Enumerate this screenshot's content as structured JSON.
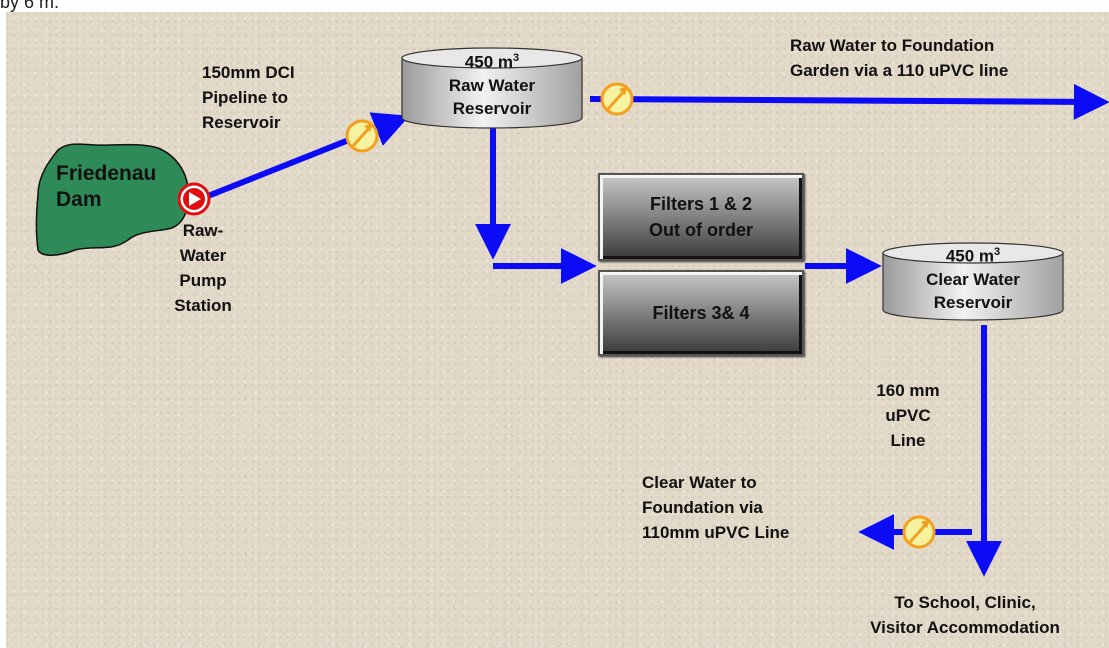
{
  "top_text": "by 6 m.",
  "dam": {
    "line1": "Friedenau",
    "line2": "Dam"
  },
  "pump_station": {
    "l1": "Raw-",
    "l2": "Water",
    "l3": "Pump",
    "l4": "Station"
  },
  "pipeline": {
    "l1": "150mm DCI",
    "l2": "Pipeline to",
    "l3": "Reservoir"
  },
  "raw_reservoir": {
    "volume": "450 m",
    "sup": "3",
    "name1": "Raw Water",
    "name2": "Reservoir"
  },
  "raw_to_garden": {
    "l1": "Raw Water to Foundation",
    "l2": "Garden via a 110 uPVC line"
  },
  "filters_12": {
    "l1": "Filters 1 & 2",
    "l2": "Out of order"
  },
  "filters_34": {
    "l1": "Filters 3& 4"
  },
  "clear_reservoir": {
    "volume": "450 m",
    "sup": "3",
    "name1": "Clear Water",
    "name2": "Reservoir"
  },
  "line_160": {
    "l1": "160 mm",
    "l2": "uPVC",
    "l3": "Line"
  },
  "clear_to_foundation": {
    "l1": "Clear Water to",
    "l2": "Foundation via",
    "l3": "110mm uPVC Line"
  },
  "to_school": {
    "l1": "To School, Clinic,",
    "l2": "Visitor Accommodation"
  },
  "colors": {
    "pipe": "#0b0bf5",
    "dam_fill": "#2e8b57",
    "pump": "#e01010",
    "meter": "#f2a020"
  }
}
